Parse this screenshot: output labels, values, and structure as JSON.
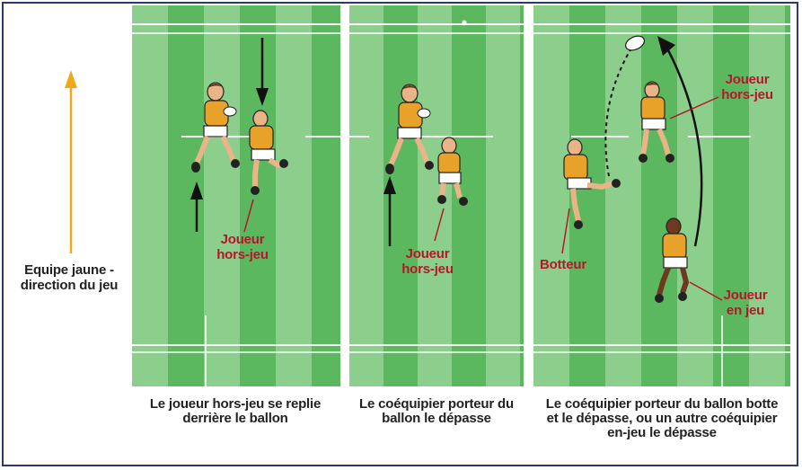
{
  "side": {
    "direction_label": "Equipe jaune - direction du jeu"
  },
  "panels": [
    {
      "caption": "Le joueur hors-jeu se replie derrière le ballon",
      "labels": [
        "Joueur hors-jeu"
      ]
    },
    {
      "caption": "Le coéquipier porteur du ballon le dépasse",
      "labels": [
        "Joueur hors-jeu"
      ]
    },
    {
      "caption": "Le coéquipier porteur du ballon botte et le dépasse, ou un autre coéquipier en-jeu le dépasse",
      "labels": [
        "Joueur hors-jeu",
        "Botteur",
        "Joueur en jeu"
      ]
    }
  ],
  "colors": {
    "pitch_dark": "#5cb85f",
    "pitch_light": "#8ccf8c",
    "jersey": "#e8a22a",
    "label_red": "#b5172a",
    "direction_arrow": "#f0a818",
    "border": "#2b3a6b"
  }
}
